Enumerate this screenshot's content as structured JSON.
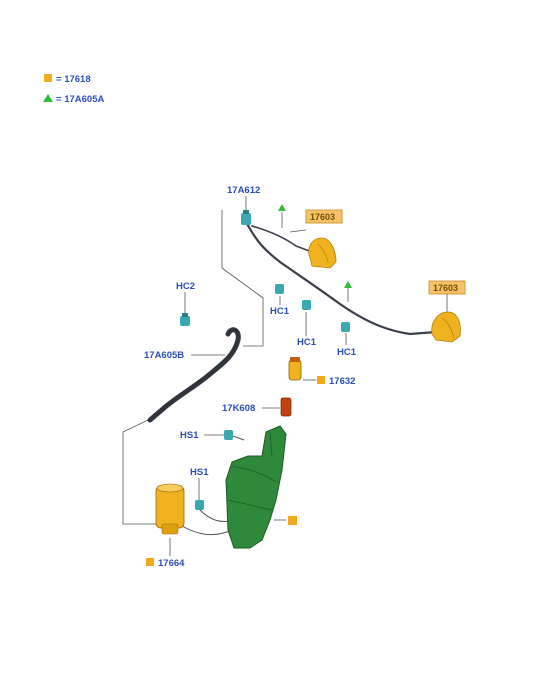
{
  "legend": [
    {
      "symbol": "orange-square",
      "prefix": "=",
      "code": "17618"
    },
    {
      "symbol": "green-triangle",
      "prefix": "=",
      "code": "17A605A"
    }
  ],
  "labels": {
    "hose_connector_top": "17A612",
    "nozzle_left": "17603",
    "nozzle_right": "17603",
    "clip_hc2": "HC2",
    "clip_hc1_a": "HC1",
    "clip_hc1_b": "HC1",
    "clip_hc1_c": "HC1",
    "hose_main": "17A605B",
    "filler_cap": "17632",
    "filler_neck": "17K608",
    "clip_hs1_a": "HS1",
    "clip_hs1_b": "HS1",
    "pump": "17664"
  },
  "colors": {
    "label_text": "#2a4fb8",
    "orange_marker": "#f4a81d",
    "green_marker": "#2fbf3a",
    "reservoir": "#2e8a3a",
    "component_yellow": "#f0b21e",
    "hose": "#3a3f4a",
    "clip": "#3aa8b0",
    "boxed_label_bg": "#f6c36a"
  }
}
